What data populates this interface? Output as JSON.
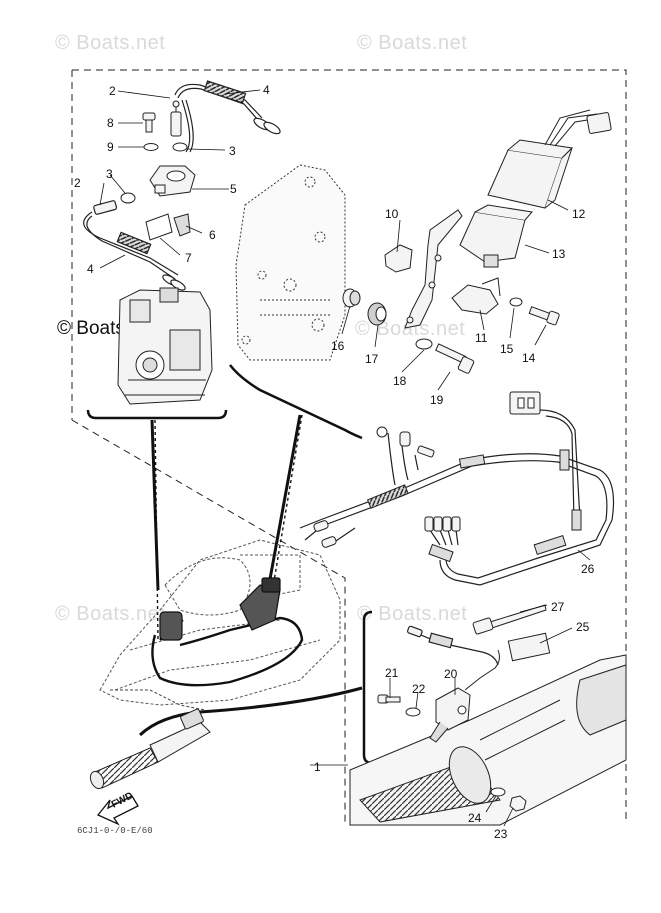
{
  "watermark": "© Boats.net",
  "fwd_label": "FWD",
  "diagram_code": "6CJ1-0-/0-E/60",
  "part_numbers": [
    "1",
    "2",
    "2",
    "3",
    "3",
    "4",
    "4",
    "5",
    "6",
    "7",
    "8",
    "9",
    "10",
    "11",
    "12",
    "13",
    "14",
    "15",
    "16",
    "17",
    "18",
    "19",
    "20",
    "21",
    "22",
    "23",
    "24",
    "25",
    "26",
    "27"
  ],
  "colors": {
    "line": "#1a1a1a",
    "part_fill": "#f4f4f4",
    "shade": "#9a9a9a",
    "watermark": "#d9d9d9"
  }
}
